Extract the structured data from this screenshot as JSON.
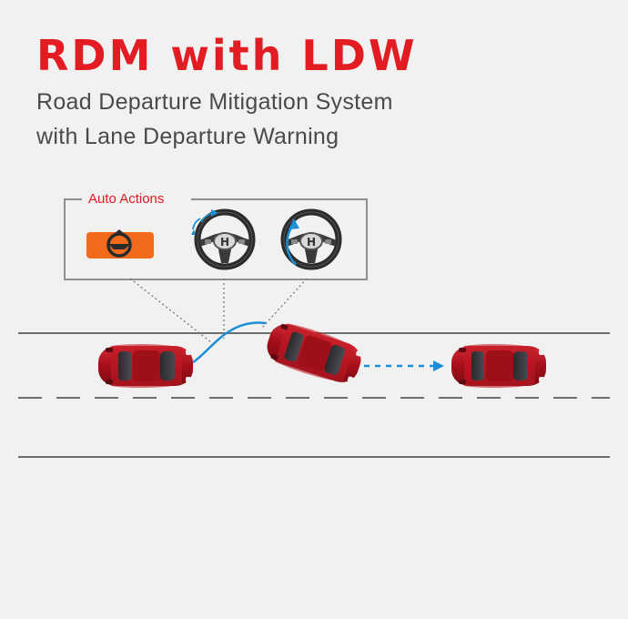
{
  "title": "RDM with LDW",
  "subtitle_line1": "Road Departure Mitigation System",
  "subtitle_line2": "with Lane Departure Warning",
  "panel": {
    "label": "Auto Actions",
    "icons": [
      "lane-departure-warning-icon",
      "steering-assist-icon",
      "steering-correction-icon"
    ]
  },
  "colors": {
    "brand_red": "#e31b23",
    "warning_orange": "#f26b1d",
    "path_blue": "#1a8fd8",
    "car_red": "#b0121d",
    "road_gray": "#6e6e6e"
  }
}
